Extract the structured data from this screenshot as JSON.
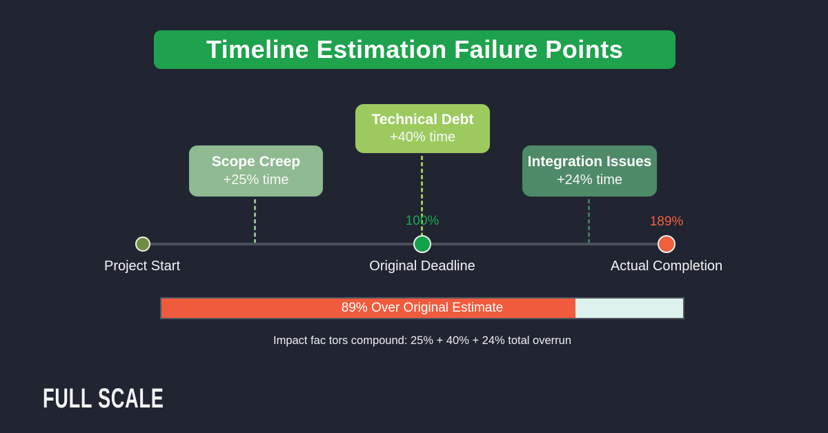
{
  "header": {
    "title": "Timeline Estimation Failure Points",
    "banner_color": "#1ea24d"
  },
  "callouts": [
    {
      "title": "Scope Creep",
      "impact": "+25% time",
      "fill": "#8fba92",
      "connector_color": "#8fba92"
    },
    {
      "title": "Technical Debt",
      "impact": "+40% time",
      "fill": "#9dca5f",
      "connector_color": "#9dca5f"
    },
    {
      "title": "Integration Issues",
      "impact": "+24% time",
      "fill": "#4e8a68",
      "connector_color": "#3f7a63"
    }
  ],
  "timeline": {
    "milestones": [
      {
        "label": "Project Start",
        "dot_color": "#6f8c45"
      },
      {
        "label": "Original Deadline",
        "dot_color": "#13a24c",
        "percent": "100%",
        "percent_color": "#1fa84e"
      },
      {
        "label": "Actual Completion",
        "dot_color": "#f05f3e",
        "percent": "189%",
        "percent_color": "#f05f3e"
      }
    ],
    "line_color": "#4b515c"
  },
  "overrun_bar": {
    "label": "89% Over Original Estimate",
    "fill_percent": 79.3,
    "fill_color": "#f15b3d",
    "track_color": "#ddf2ec"
  },
  "caption": "Impact fac tors compound: 25% + 40% + 24% total overrun",
  "footer": {
    "logo": "FULL SCALE"
  },
  "colors": {
    "background": "#212431",
    "text": "#f3f5f6"
  }
}
